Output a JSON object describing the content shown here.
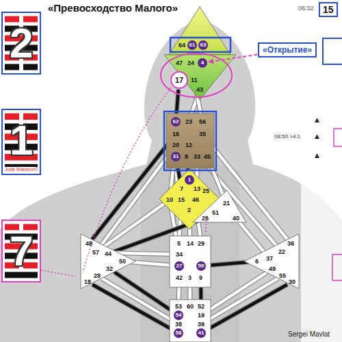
{
  "diagram": {
    "title": "«Превосходство Малого»",
    "nodes": [
      {
        "text": [
          "64"
        ]
      },
      {
        "text": [
          "61"
        ]
      },
      {
        "text": [
          "63"
        ]
      },
      {
        "text": [
          "47"
        ]
      },
      {
        "text": [
          "24"
        ]
      },
      {
        "text": [
          "4"
        ]
      },
      {
        "text": [
          "17"
        ]
      },
      {
        "text": [
          "11"
        ]
      },
      {
        "text": [
          "43"
        ]
      },
      {
        "text": [
          "62"
        ]
      },
      {
        "text": [
          "23"
        ]
      },
      {
        "text": [
          "56"
        ]
      },
      {
        "text": [
          "16"
        ]
      },
      {
        "text": [
          "35"
        ]
      },
      {
        "text": [
          "20"
        ]
      },
      {
        "text": [
          "12"
        ]
      },
      {
        "text": [
          "31"
        ]
      },
      {
        "text": [
          "8"
        ]
      },
      {
        "text": [
          "33"
        ]
      },
      {
        "text": [
          "45"
        ]
      },
      {
        "text": [
          "1"
        ]
      },
      {
        "text": [
          "7"
        ]
      },
      {
        "text": [
          "13"
        ]
      },
      {
        "text": [
          "25"
        ]
      },
      {
        "text": [
          "10"
        ]
      },
      {
        "text": [
          "15"
        ]
      },
      {
        "text": [
          "46"
        ]
      },
      {
        "text": [
          "2"
        ]
      },
      {
        "text": [
          "21"
        ]
      },
      {
        "text": [
          "51"
        ]
      },
      {
        "text": [
          "26"
        ]
      },
      {
        "text": [
          "40"
        ]
      },
      {
        "text": [
          "48"
        ]
      },
      {
        "text": [
          "57"
        ]
      },
      {
        "text": [
          "44"
        ]
      },
      {
        "text": [
          "50"
        ]
      },
      {
        "text": [
          "32"
        ]
      },
      {
        "text": [
          "28"
        ]
      },
      {
        "text": [
          "18"
        ]
      },
      {
        "text": [
          "36"
        ]
      },
      {
        "text": [
          "22"
        ]
      },
      {
        "text": [
          "6"
        ]
      },
      {
        "text": [
          "37"
        ]
      },
      {
        "text": [
          "49"
        ]
      },
      {
        "text": [
          "55"
        ]
      },
      {
        "text": [
          "30"
        ]
      },
      {
        "text": [
          "5"
        ]
      },
      {
        "text": [
          "14"
        ]
      },
      {
        "text": [
          "29"
        ]
      },
      {
        "text": [
          "34"
        ]
      },
      {
        "text": [
          "27"
        ]
      },
      {
        "text": [
          "59"
        ]
      },
      {
        "text": [
          "42"
        ]
      },
      {
        "text": [
          "3"
        ]
      },
      {
        "text": [
          "9"
        ]
      },
      {
        "text": [
          "53"
        ]
      },
      {
        "text": [
          "60"
        ]
      },
      {
        "text": [
          "52"
        ]
      },
      {
        "text": [
          "54"
        ]
      },
      {
        "text": [
          "19"
        ]
      },
      {
        "text": [
          "38"
        ]
      },
      {
        "text": [
          "39"
        ]
      },
      {
        "text": [
          "58"
        ]
      },
      {
        "text": [
          "41"
        ]
      },
      {
        "text": [
          "«Открытие»"
        ]
      },
      {
        "text": [
          "15"
        ]
      }
    ],
    "edges": [
      {
        "from": 0,
        "to": 3,
        "arrow": "none"
      },
      {
        "from": 1,
        "to": 4,
        "arrow": "none"
      },
      {
        "from": 2,
        "to": 5,
        "arrow": "none"
      },
      {
        "from": 6,
        "to": 9,
        "arrow": "none"
      },
      {
        "from": 8,
        "to": 10,
        "arrow": "none"
      },
      {
        "from": 7,
        "to": 11,
        "arrow": "none"
      },
      {
        "from": 12,
        "to": 32,
        "arrow": "none"
      },
      {
        "from": 14,
        "to": 33,
        "arrow": "none"
      },
      {
        "from": 14,
        "to": 49,
        "arrow": "none"
      },
      {
        "from": 24,
        "to": 14,
        "arrow": "none"
      },
      {
        "from": 13,
        "to": 39,
        "arrow": "none"
      },
      {
        "from": 15,
        "to": 40,
        "arrow": "none"
      },
      {
        "from": 19,
        "to": 28,
        "arrow": "none"
      },
      {
        "from": 20,
        "to": 17,
        "arrow": "none"
      },
      {
        "from": 21,
        "to": 16,
        "arrow": "none"
      },
      {
        "from": 22,
        "to": 18,
        "arrow": "none"
      },
      {
        "from": 24,
        "to": 33,
        "arrow": "none"
      },
      {
        "from": 24,
        "to": 49,
        "arrow": "none"
      },
      {
        "from": 23,
        "to": 29,
        "arrow": "none"
      },
      {
        "from": 25,
        "to": 46,
        "arrow": "none"
      },
      {
        "from": 26,
        "to": 48,
        "arrow": "none"
      },
      {
        "from": 27,
        "to": 47,
        "arrow": "none"
      },
      {
        "from": 30,
        "to": 34,
        "arrow": "none"
      },
      {
        "from": 42,
        "to": 31,
        "arrow": "none"
      },
      {
        "from": 35,
        "to": 50,
        "arrow": "none"
      },
      {
        "from": 33,
        "to": 49,
        "arrow": "none"
      },
      {
        "from": 41,
        "to": 51,
        "arrow": "none"
      },
      {
        "from": 52,
        "to": 55,
        "arrow": "none"
      },
      {
        "from": 53,
        "to": 56,
        "arrow": "none"
      },
      {
        "from": 54,
        "to": 57,
        "arrow": "none"
      },
      {
        "from": 36,
        "to": 58,
        "arrow": "none"
      },
      {
        "from": 37,
        "to": 60,
        "arrow": "none"
      },
      {
        "from": 38,
        "to": 62,
        "arrow": "none"
      },
      {
        "from": 59,
        "to": 43,
        "arrow": "none"
      },
      {
        "from": 61,
        "to": 44,
        "arrow": "none"
      },
      {
        "from": 63,
        "to": 45,
        "arrow": "none"
      },
      {
        "from": 64,
        "to": 5,
        "arrow": "to"
      }
    ],
    "labels": [
      "2",
      "Jude Mansion©",
      "1",
      "7",
      "06:32",
      "▲",
      "08:50 >4.1",
      "▲",
      "▲",
      "Sergei Mavlat"
    ]
  }
}
